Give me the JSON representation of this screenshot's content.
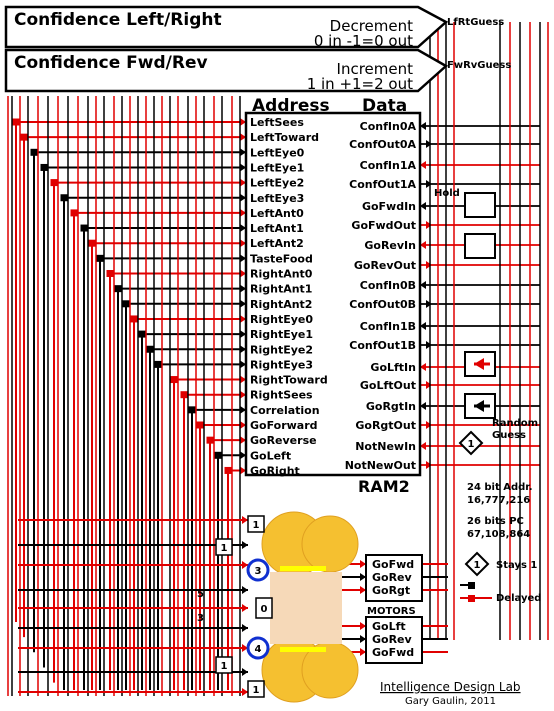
{
  "banners": {
    "top": {
      "title": "Confidence Left/Right",
      "line1": "Decrement",
      "line2": "0 in  -1=0 out",
      "tag": "LfRtGuess"
    },
    "bottom": {
      "title": "Confidence Fwd/Rev",
      "line1": "Increment",
      "line2": "1 in  +1=2 out",
      "tag": "FwRvGuess"
    }
  },
  "ram": {
    "address_header": "Address",
    "data_header": "Data",
    "name": "RAM2",
    "address_lines": [
      "LeftSees",
      "LeftToward",
      "LeftEye0",
      "LeftEye1",
      "LeftEye2",
      "LeftEye3",
      "LeftAnt0",
      "LeftAnt1",
      "LeftAnt2",
      "TasteFood",
      "RightAnt0",
      "RightAnt1",
      "RightAnt2",
      "RightEye0",
      "RightEye1",
      "RightEye2",
      "RightEye3",
      "RightToward",
      "RightSees",
      "Correlation",
      "GoForward",
      "GoReverse",
      "GoLeft",
      "GoRight"
    ],
    "data_lines": [
      "ConfIn0A",
      "ConfOut0A",
      "ConfIn1A",
      "ConfOut1A",
      "GoFwdIn",
      "GoFwdOut",
      "GoRevIn",
      "GoRevOut",
      "ConfIn0B",
      "ConfOut0B",
      "ConfIn1B",
      "ConfOut1B",
      "GoLftIn",
      "GoLftOut",
      "GoRgtIn",
      "GoRgtOut",
      "NotNewIn",
      "NotNewOut"
    ]
  },
  "labels": {
    "hold": "Hold",
    "random": "Random",
    "guess": "Guess",
    "notnew_value": "1",
    "stays_value": "1",
    "stays": "Stays 1",
    "delayed": "Delayed",
    "motors": "MOTORS"
  },
  "specs": {
    "addr_title": "24 bit Addr.",
    "addr_value": "16,777,216",
    "pc_title": "26 bits PC",
    "pc_value": "67,108,864"
  },
  "motor_box_top": [
    "GoFwd",
    "GoRev",
    "GoRgt"
  ],
  "motor_box_bottom": [
    "GoLft",
    "GoRev",
    "GoFwd"
  ],
  "robot": {
    "ants": [
      "1",
      "1",
      "1",
      "1"
    ],
    "eye_right_value": "3",
    "eye_left_value": "4",
    "center_value": "0",
    "side_left_upper": "5",
    "side_left_lower": "3"
  },
  "footer": {
    "org": "Intelligence Design Lab",
    "author": "Gary Gaulin, 2011"
  },
  "colors": {
    "wire_red": "#e00000",
    "wire_black": "#000000",
    "wheel": "#f5c030",
    "body": "#f6d9b8",
    "eye_ring": "#1030d0",
    "accent_yellow": "#ffff00"
  }
}
